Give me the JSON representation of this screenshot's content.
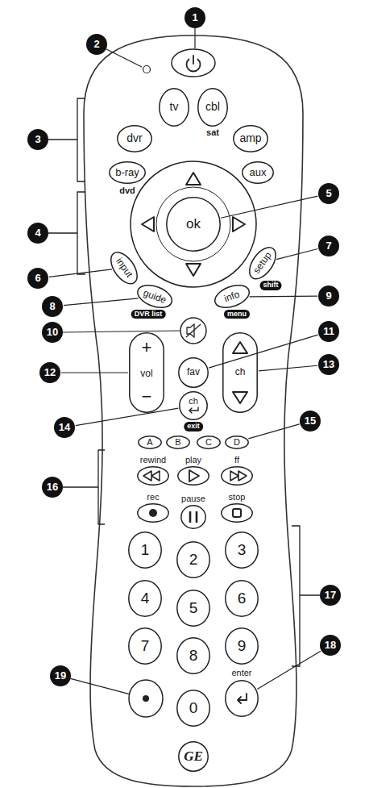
{
  "diagram": {
    "nodes": [
      {
        "text": [
          "tv"
        ]
      },
      {
        "text": [
          "cbl",
          "sat"
        ]
      },
      {
        "text": [
          "dvr"
        ]
      },
      {
        "text": [
          "amp"
        ]
      },
      {
        "text": [
          "b-ray",
          "dvd"
        ]
      },
      {
        "text": [
          "aux"
        ]
      },
      {
        "text": [
          "ok"
        ]
      },
      {
        "text": [
          "input"
        ]
      },
      {
        "text": [
          "setup",
          "shift"
        ]
      },
      {
        "text": [
          "guide",
          "DVR list"
        ]
      },
      {
        "text": [
          "info",
          "menu"
        ]
      },
      {
        "text": [
          "+",
          "vol",
          "−"
        ]
      },
      {
        "text": [
          "fav"
        ]
      },
      {
        "text": [
          "ch"
        ]
      },
      {
        "text": [
          "ch",
          "exit"
        ]
      },
      {
        "text": [
          "A"
        ]
      },
      {
        "text": [
          "B"
        ]
      },
      {
        "text": [
          "C"
        ]
      },
      {
        "text": [
          "D"
        ]
      },
      {
        "text": [
          "rewind"
        ]
      },
      {
        "text": [
          "play"
        ]
      },
      {
        "text": [
          "ff"
        ]
      },
      {
        "text": [
          "rec"
        ]
      },
      {
        "text": [
          "pause"
        ]
      },
      {
        "text": [
          "stop"
        ]
      },
      {
        "text": [
          "1"
        ]
      },
      {
        "text": [
          "2"
        ]
      },
      {
        "text": [
          "3"
        ]
      },
      {
        "text": [
          "4"
        ]
      },
      {
        "text": [
          "5"
        ]
      },
      {
        "text": [
          "6"
        ]
      },
      {
        "text": [
          "7"
        ]
      },
      {
        "text": [
          "8"
        ]
      },
      {
        "text": [
          "9"
        ]
      },
      {
        "text": [
          "0"
        ]
      },
      {
        "text": [
          "enter"
        ]
      },
      {
        "text": [
          "GE"
        ]
      },
      {
        "text": [
          "1"
        ]
      },
      {
        "text": [
          "2"
        ]
      },
      {
        "text": [
          "3"
        ]
      },
      {
        "text": [
          "4"
        ]
      },
      {
        "text": [
          "5"
        ]
      },
      {
        "text": [
          "6"
        ]
      },
      {
        "text": [
          "7"
        ]
      },
      {
        "text": [
          "8"
        ]
      },
      {
        "text": [
          "9"
        ]
      },
      {
        "text": [
          "10"
        ]
      },
      {
        "text": [
          "11"
        ]
      },
      {
        "text": [
          "12"
        ]
      },
      {
        "text": [
          "13"
        ]
      },
      {
        "text": [
          "14"
        ]
      },
      {
        "text": [
          "15"
        ]
      },
      {
        "text": [
          "16"
        ]
      },
      {
        "text": [
          "17"
        ]
      },
      {
        "text": [
          "18"
        ]
      },
      {
        "text": [
          "19"
        ]
      }
    ],
    "edges": [
      {
        "from": 41,
        "to": 6,
        "arrow": "none"
      },
      {
        "from": 42,
        "to": 7,
        "arrow": "none"
      },
      {
        "from": 43,
        "to": 8,
        "arrow": "none"
      },
      {
        "from": 44,
        "to": 9,
        "arrow": "none"
      },
      {
        "from": 45,
        "to": 10,
        "arrow": "none"
      },
      {
        "from": 47,
        "to": 12,
        "arrow": "none"
      },
      {
        "from": 48,
        "to": 11,
        "arrow": "none"
      },
      {
        "from": 49,
        "to": 13,
        "arrow": "none"
      },
      {
        "from": 50,
        "to": 14,
        "arrow": "none"
      },
      {
        "from": 51,
        "to": 18,
        "arrow": "none"
      },
      {
        "from": 54,
        "to": 35,
        "arrow": "none"
      }
    ]
  }
}
